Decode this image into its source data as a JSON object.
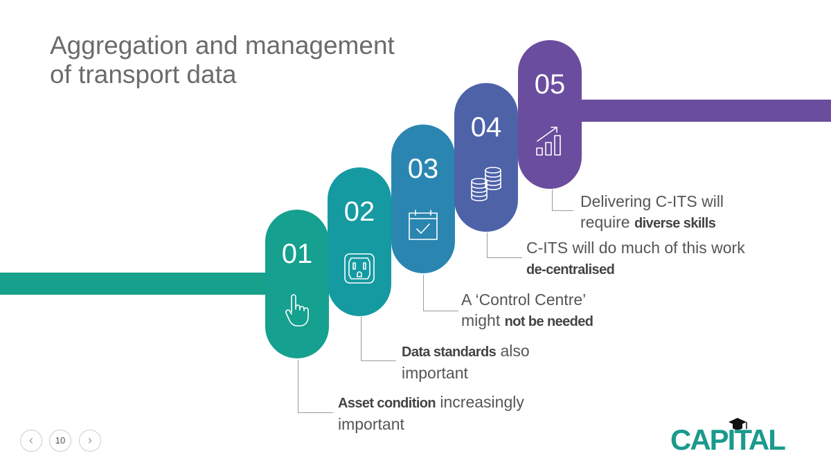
{
  "slide": {
    "title_line1": "Aggregation and management",
    "title_line2": "of transport data"
  },
  "steps": [
    {
      "number": "01",
      "icon": "pointing-hand-icon",
      "bold": "Asset condition",
      "rest_line1": " increasingly",
      "line2": "important"
    },
    {
      "number": "02",
      "icon": "power-outlet-icon",
      "bold": "Data standards",
      "rest_line1": " also",
      "line2": "important"
    },
    {
      "number": "03",
      "icon": "calendar-check-icon",
      "line1": "A ‘Control Centre’",
      "line2_plain": "might ",
      "line2_bold": "not be needed"
    },
    {
      "number": "04",
      "icon": "coin-stack-icon",
      "line1": "C-ITS will do much of this work",
      "line2_bold": "de-centralised"
    },
    {
      "number": "05",
      "icon": "growth-chart-icon",
      "line1": "Delivering C-ITS will",
      "line2_plain": "require ",
      "line2_bold": "diverse skills"
    }
  ],
  "nav": {
    "prev_symbol": "‹",
    "page_number": "10",
    "next_symbol": "›"
  },
  "logo": {
    "text": "CAPITAL",
    "color": "#1a9a8d",
    "icon": "graduation-cap-icon"
  },
  "colors": {
    "step01": "#15a08f",
    "step02": "#159aa2",
    "step03": "#2a86b1",
    "step04": "#4e62a8",
    "step05": "#6a4d9e",
    "title": "#6b6b6b"
  }
}
